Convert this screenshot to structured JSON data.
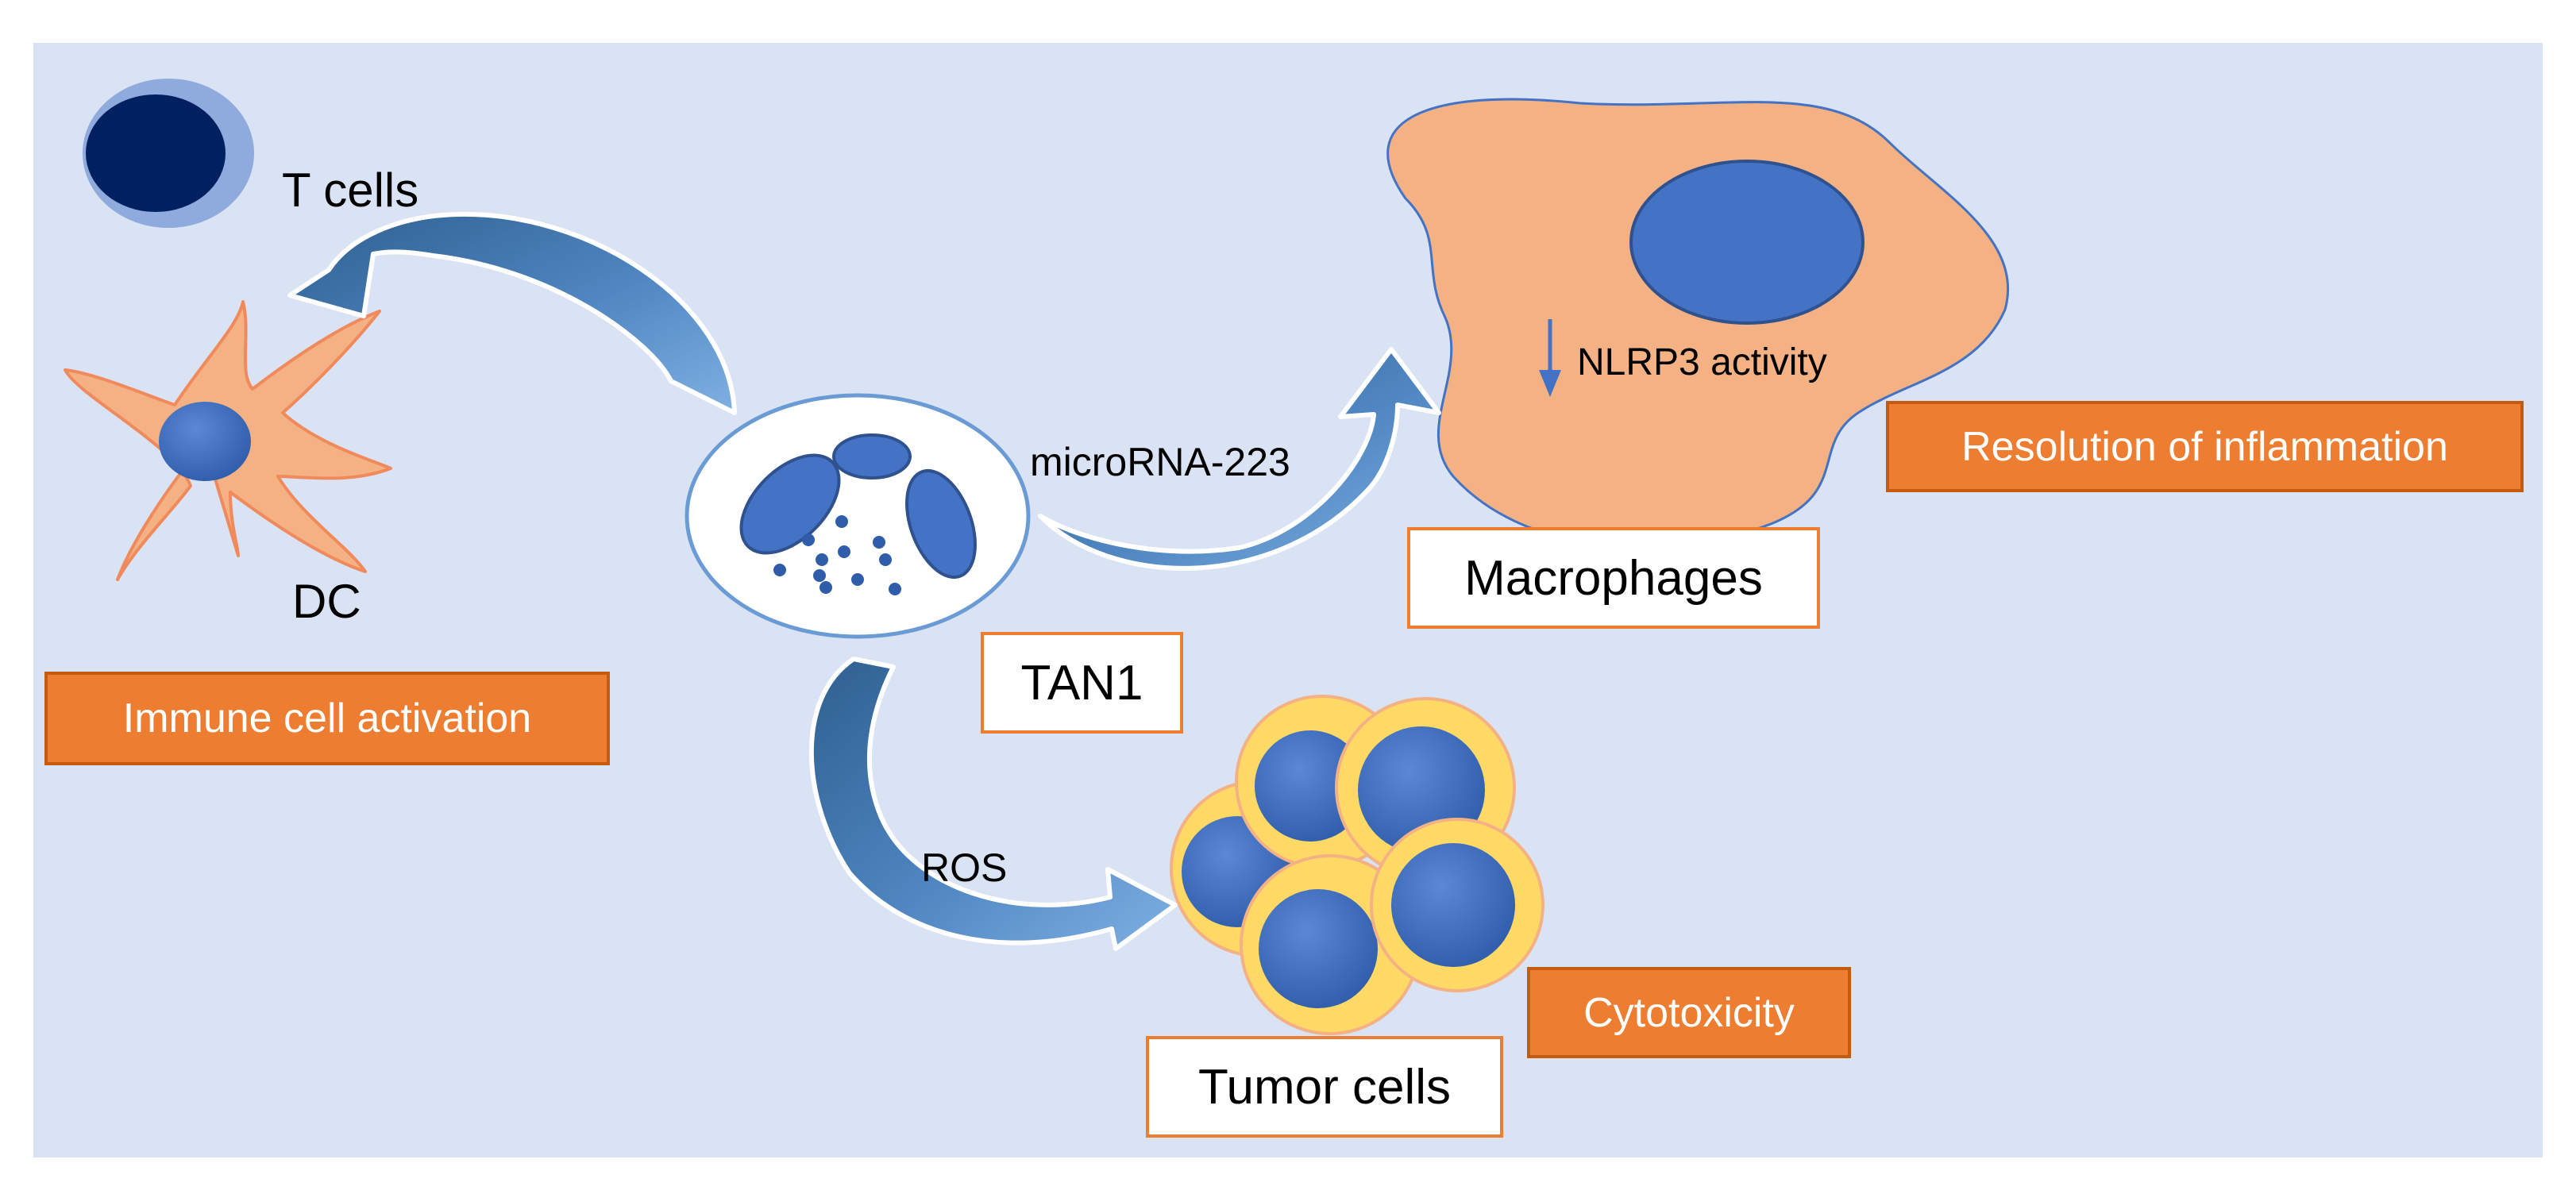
{
  "labels": {
    "t_cells": "T cells",
    "dc": "DC",
    "microrna": "microRNA-223",
    "nlrp3": "NLRP3 activity",
    "ros": "ROS",
    "tan1": "TAN1",
    "macrophages": "Macrophages",
    "tumor_cells": "Tumor cells"
  },
  "outcomes": {
    "immune_activation": "Immune cell activation",
    "resolution": "Resolution of inflammation",
    "cytotoxicity": "Cytotoxicity"
  },
  "colors": {
    "background": "#dae3f3",
    "nucleus_blue": "#4472c4",
    "dark_navy": "#002060",
    "orange": "#ed7d31",
    "salmon": "#f4b183",
    "tumor_yellow": "#ffd966",
    "arrow_blue": "#5b9bd5"
  }
}
